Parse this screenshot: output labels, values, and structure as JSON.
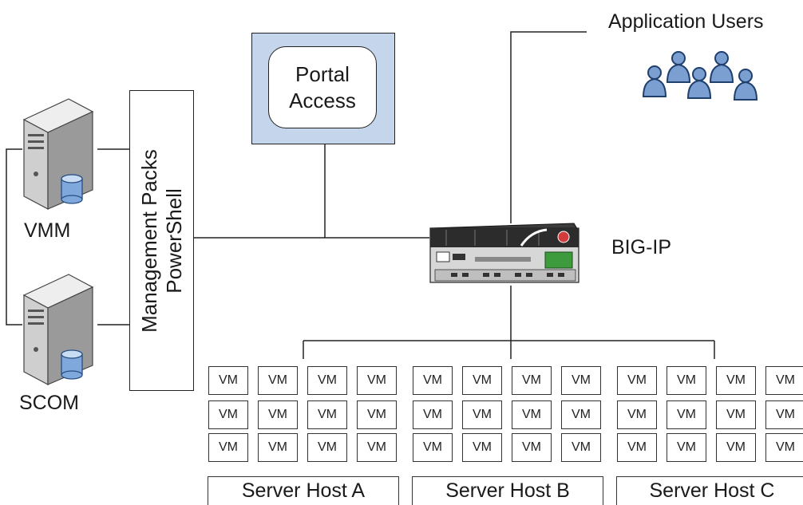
{
  "nodes": {
    "vmm": "VMM",
    "scom": "SCOM",
    "management_line1": "Management Packs",
    "management_line2": "PowerShell",
    "portal_line1": "Portal",
    "portal_line2": "Access",
    "bigip": "BIG-IP",
    "app_users": "Application Users"
  },
  "vm_label": "VM",
  "hosts": [
    {
      "label": "Server Host A",
      "vms": [
        "VM",
        "VM",
        "VM",
        "VM",
        "VM",
        "VM",
        "VM",
        "VM",
        "VM",
        "VM",
        "VM",
        "VM"
      ]
    },
    {
      "label": "Server Host B",
      "vms": [
        "VM",
        "VM",
        "VM",
        "VM",
        "VM",
        "VM",
        "VM",
        "VM",
        "VM",
        "VM",
        "VM",
        "VM"
      ]
    },
    {
      "label": "Server Host C",
      "vms": [
        "VM",
        "VM",
        "VM",
        "VM",
        "VM",
        "VM",
        "VM",
        "VM",
        "VM",
        "VM",
        "VM",
        "VM"
      ]
    }
  ],
  "colors": {
    "portal_frame": "#c5d6ec",
    "user_icon": "#7a9fd0",
    "server_body": "#d8d8d8"
  }
}
